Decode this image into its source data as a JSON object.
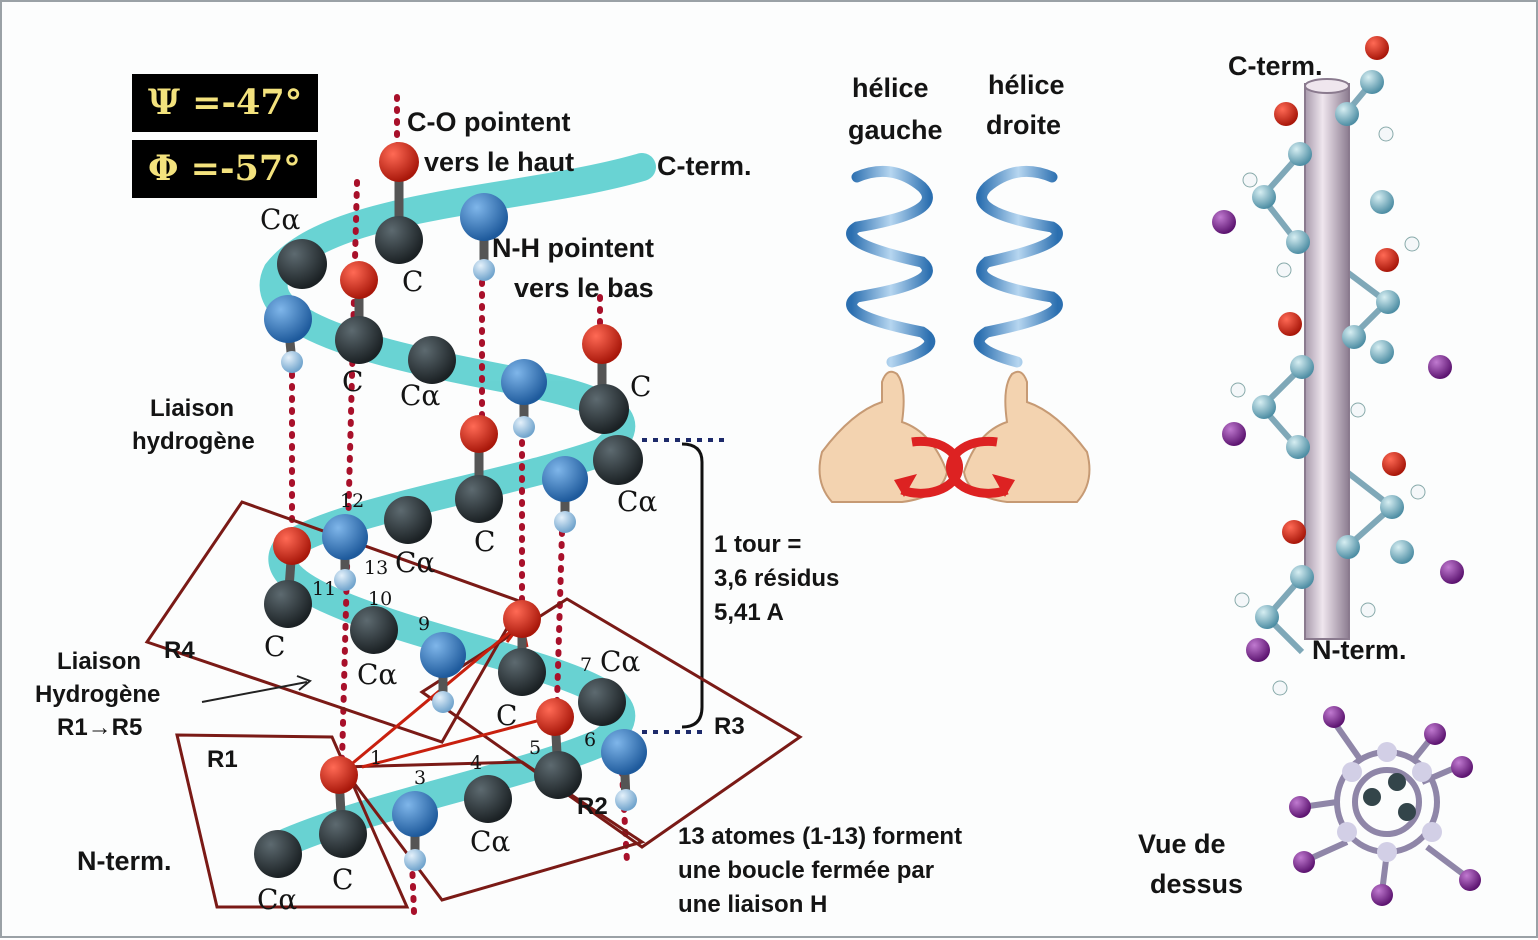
{
  "angles": {
    "psi": "Ψ =-47°",
    "phi": "Φ =-57°"
  },
  "main_helix": {
    "co_note": [
      "C-O pointent",
      "vers le haut"
    ],
    "nh_note": [
      "N-H pointent",
      "vers le bas"
    ],
    "c_term": "C-term.",
    "n_term": "N-term.",
    "hbond_label": [
      "Liaison",
      "hydrogène"
    ],
    "hbond_r1r5": [
      "Liaison",
      "Hydrogène",
      "R1→R5"
    ],
    "turn_note": [
      "1 tour =",
      "3,6 résidus",
      "5,41 A"
    ],
    "loop_note": [
      "13 atomes (1-13) forment",
      "une boucle fermée par",
      "une liaison H"
    ],
    "residues": [
      "R1",
      "R2",
      "R3",
      "R4"
    ],
    "atom_c": "C",
    "atom_ca": "Cα",
    "atom_numbers": [
      "1",
      "3",
      "4",
      "5",
      "6",
      "7",
      "9",
      "10",
      "11",
      "12",
      "13"
    ]
  },
  "handedness": {
    "left": [
      "hélice",
      "gauche"
    ],
    "right": [
      "hélice",
      "droite"
    ]
  },
  "side_model": {
    "c_term": "C-term.",
    "n_term": "N-term.",
    "top_view": [
      "Vue de",
      "dessus"
    ]
  },
  "colors": {
    "carbon": "#2a3034",
    "oxygen": "#c8200e",
    "nitrogen": "#2f74b8",
    "hydrogen": "#a7cbe8",
    "ribbon": "#5ccfcf",
    "bond_dots": "#a8102a",
    "residue_box": "#7a1a16",
    "side_chain": "#7a2a8a",
    "cylinder": "#c9b8c8"
  }
}
